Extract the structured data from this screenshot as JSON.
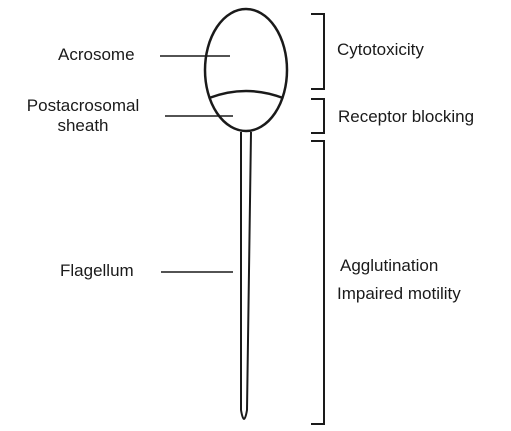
{
  "structures": {
    "acrosome": "Acrosome",
    "postacrosomal_line1": "Postacrosomal",
    "postacrosomal_line2": "sheath",
    "flagellum": "Flagellum"
  },
  "effects": {
    "cytotoxicity": "Cytotoxicity",
    "receptor_blocking": "Receptor blocking",
    "agglutination": "Agglutination",
    "impaired_motility": "Impaired motility"
  },
  "colors": {
    "stroke": "#1a1a1a",
    "background": "#ffffff"
  }
}
